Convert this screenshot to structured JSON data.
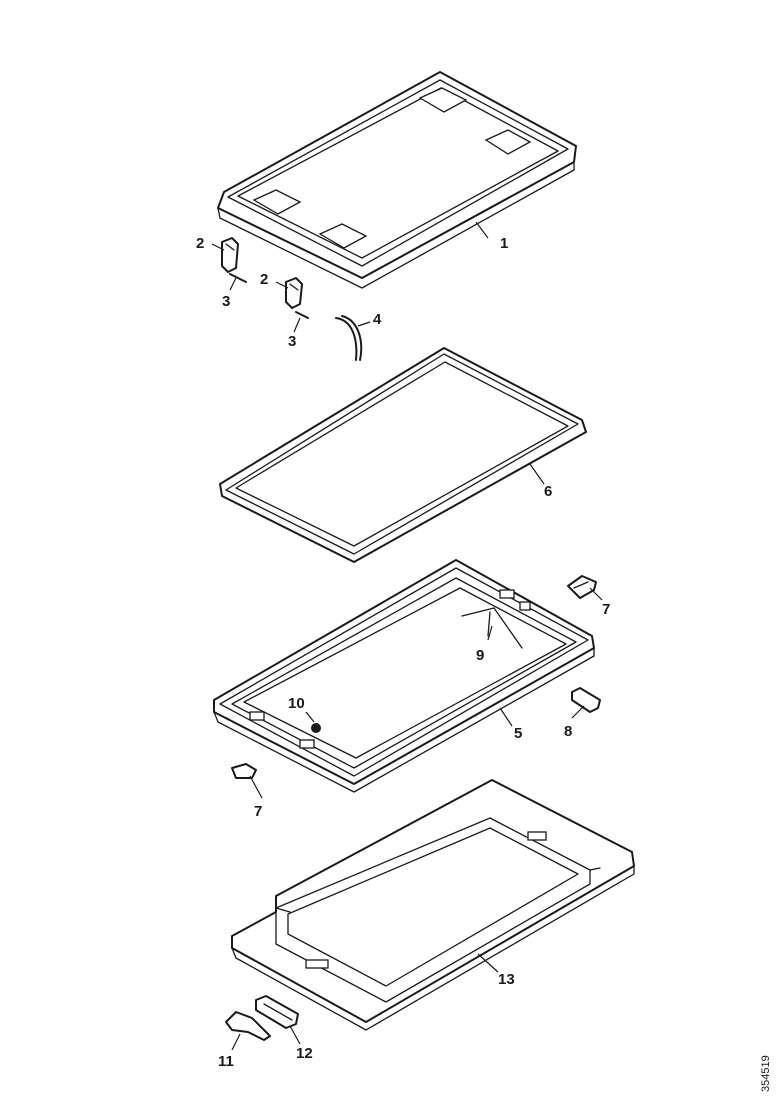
{
  "callouts": {
    "c1": "1",
    "c2a": "2",
    "c2b": "2",
    "c3a": "3",
    "c3b": "3",
    "c4": "4",
    "c5": "5",
    "c6": "6",
    "c7a": "7",
    "c7b": "7",
    "c8": "8",
    "c9": "9",
    "c10": "10",
    "c11": "11",
    "c12": "12",
    "c13": "13"
  },
  "document_number": "354519"
}
